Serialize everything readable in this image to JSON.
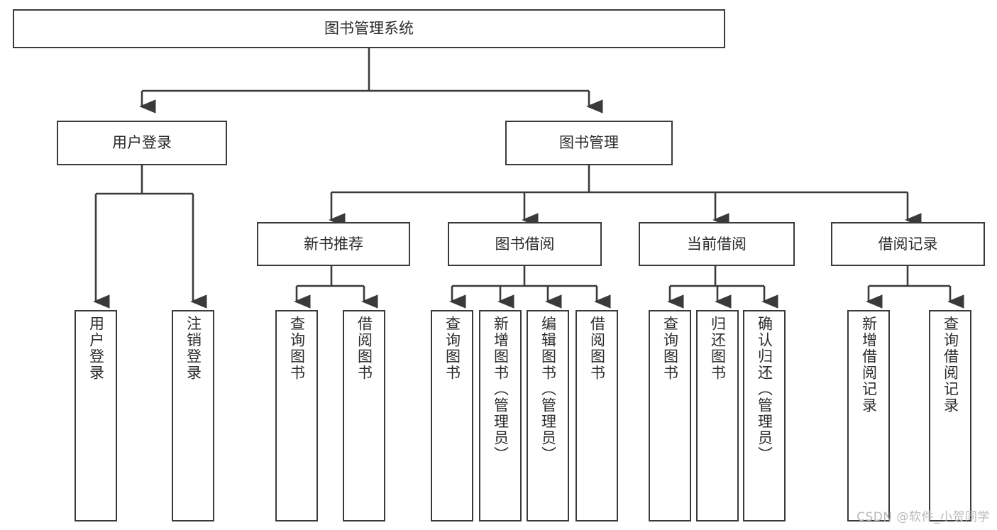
{
  "diagram": {
    "title": "图书管理系统",
    "type": "tree-hierarchy-diagram",
    "colors": {
      "box_border": "#3a3a3a",
      "box_fill": "#ffffff",
      "edge": "#3a3a3a",
      "text": "#2b2b2b",
      "watermark": "#b9b9b9",
      "background": "#ffffff"
    },
    "root": {
      "id": "root",
      "label": "图书管理系统"
    },
    "level2": [
      {
        "id": "user-login",
        "label": "用户登录"
      },
      {
        "id": "book-manage",
        "label": "图书管理"
      }
    ],
    "level3": [
      {
        "id": "new-book-recommend",
        "label": "新书推荐",
        "parent": "book-manage"
      },
      {
        "id": "book-borrow",
        "label": "图书借阅",
        "parent": "book-manage"
      },
      {
        "id": "current-borrow",
        "label": "当前借阅",
        "parent": "book-manage"
      },
      {
        "id": "borrow-record",
        "label": "借阅记录",
        "parent": "book-manage"
      }
    ],
    "leaves": [
      {
        "id": "leaf-user-login",
        "label": "用户登录",
        "parent": "user-login"
      },
      {
        "id": "leaf-logout-login",
        "label": "注销登录",
        "parent": "user-login"
      },
      {
        "id": "leaf-query-book-1",
        "label": "查询图书",
        "parent": "new-book-recommend"
      },
      {
        "id": "leaf-borrow-book-1",
        "label": "借阅图书",
        "parent": "new-book-recommend"
      },
      {
        "id": "leaf-query-book-2",
        "label": "查询图书",
        "parent": "book-borrow"
      },
      {
        "id": "leaf-add-book",
        "label": "新增图书（管理员）",
        "parent": "book-borrow"
      },
      {
        "id": "leaf-edit-book",
        "label": "编辑图书（管理员）",
        "parent": "book-borrow"
      },
      {
        "id": "leaf-borrow-book-2",
        "label": "借阅图书",
        "parent": "book-borrow"
      },
      {
        "id": "leaf-query-book-3",
        "label": "查询图书",
        "parent": "current-borrow"
      },
      {
        "id": "leaf-return-book",
        "label": "归还图书",
        "parent": "current-borrow"
      },
      {
        "id": "leaf-confirm-return",
        "label": "确认归还（管理员）",
        "parent": "current-borrow"
      },
      {
        "id": "leaf-add-record",
        "label": "新增借阅记录",
        "parent": "borrow-record"
      },
      {
        "id": "leaf-query-record",
        "label": "查询借阅记录",
        "parent": "borrow-record"
      }
    ],
    "watermark": "CSDN @软件_小贺同学"
  }
}
